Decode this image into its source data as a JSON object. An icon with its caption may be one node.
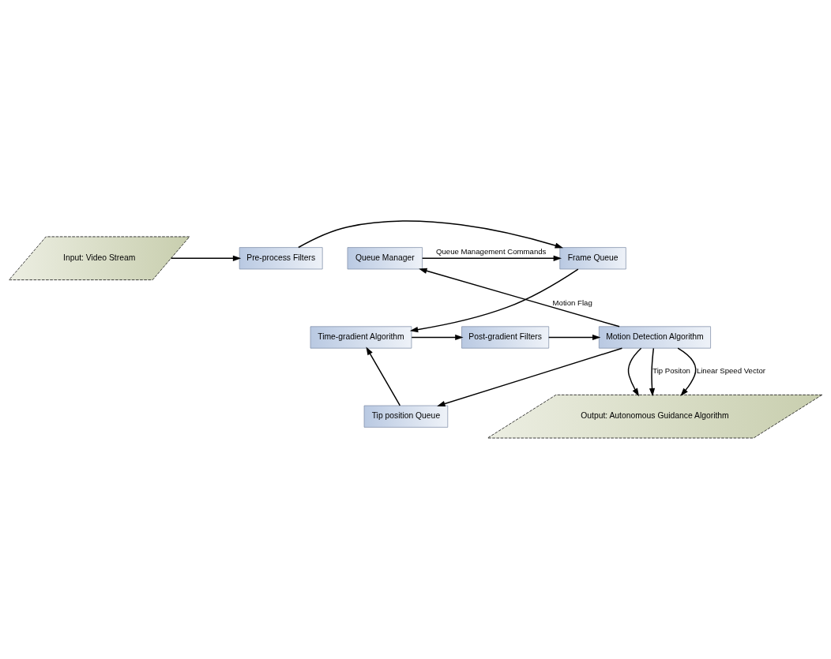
{
  "diagram": {
    "nodes": [
      {
        "text": [
          "Input: Video Stream"
        ]
      },
      {
        "text": [
          "Pre-process Filters"
        ]
      },
      {
        "text": [
          "Frame Queue"
        ]
      },
      {
        "text": [
          "Queue Manager"
        ]
      },
      {
        "text": [
          "Time-gradient Algorithm"
        ]
      },
      {
        "text": [
          "Post-gradient Filters"
        ]
      },
      {
        "text": [
          "Motion Detection Algorithm"
        ]
      },
      {
        "text": [
          "Tip position Queue"
        ]
      },
      {
        "text": [
          "Output: Autonomous Guidance Algorithm"
        ]
      }
    ],
    "edges": [
      {
        "from": 0,
        "to": 1,
        "arrow": "to"
      },
      {
        "from": 1,
        "to": 2,
        "arrow": "to"
      },
      {
        "from": 3,
        "to": 2,
        "arrow": "to",
        "label": "Queue Management Commands"
      },
      {
        "from": 2,
        "to": 4,
        "arrow": "to"
      },
      {
        "from": 4,
        "to": 5,
        "arrow": "to"
      },
      {
        "from": 5,
        "to": 6,
        "arrow": "to"
      },
      {
        "from": 6,
        "to": 3,
        "arrow": "to",
        "label": "Motion Flag"
      },
      {
        "from": 6,
        "to": 8,
        "arrow": "to"
      },
      {
        "from": 6,
        "to": 8,
        "arrow": "to",
        "label": "Tip Positon"
      },
      {
        "from": 6,
        "to": 7,
        "arrow": "to"
      },
      {
        "from": 6,
        "to": 8,
        "arrow": "to",
        "label": "Linear Speed Vector"
      },
      {
        "from": 7,
        "to": 4,
        "arrow": "to"
      }
    ]
  }
}
